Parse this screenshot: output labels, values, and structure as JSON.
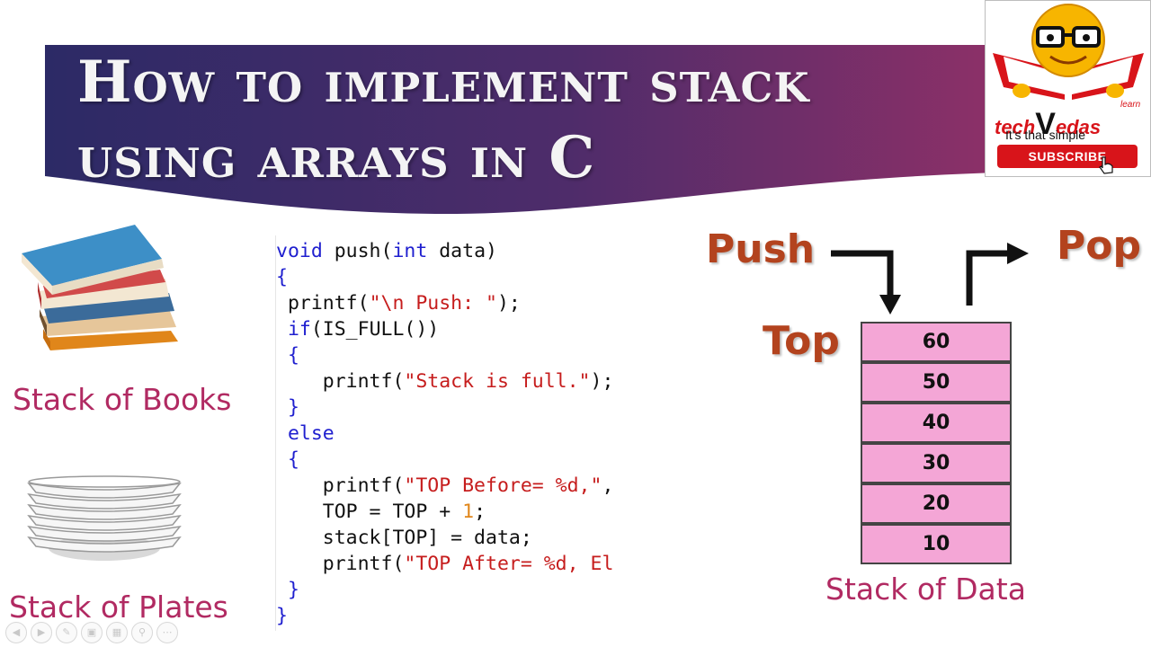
{
  "title": {
    "line1": "How to implement stack",
    "line2": "using arrays in C"
  },
  "logo": {
    "brand_prefix": "tech",
    "brand_letter": "V",
    "brand_suffix": "edas",
    "learn": "learn",
    "tagline": "It's that simple",
    "subscribe_label": "SUBSCRIBE"
  },
  "left": {
    "books_label": "Stack of Books",
    "plates_label": "Stack of Plates"
  },
  "code": {
    "l1_kw1": "void",
    "l1_mid": " push(",
    "l1_kw2": "int",
    "l1_end": " data)",
    "l2": "{",
    "l3_a": " printf(",
    "l3_str": "\"\\n Push: \"",
    "l3_b": ");",
    "l4_kw": " if",
    "l4_b": "(IS_FULL())",
    "l5": " {",
    "l6_a": "    printf(",
    "l6_str": "\"Stack is full.\"",
    "l6_b": ");",
    "l7": " }",
    "l8_kw": " else",
    "l9": " {",
    "l10_a": "    printf(",
    "l10_str": "\"TOP Before= %d,\"",
    "l10_b": ",",
    "l11_a": "    TOP = TOP + ",
    "l11_num": "1",
    "l11_b": ";",
    "l12": "    stack[TOP] = data;",
    "l13_a": "    printf(",
    "l13_str": "\"TOP After= %d, El",
    "l14": " }",
    "l15": "}"
  },
  "diagram": {
    "push_label": "Push",
    "pop_label": "Pop",
    "top_label": "Top",
    "cells": [
      "60",
      "50",
      "40",
      "30",
      "20",
      "10"
    ],
    "caption": "Stack of Data"
  },
  "colors": {
    "banner_start": "#2f2a66",
    "banner_end": "#8a2f66",
    "pink_text": "#b12a62",
    "orange_text": "#b3431e",
    "cell_fill": "#f4a6d6",
    "keyword": "#1f1fcf",
    "string": "#c61d1d",
    "number": "#e0861a"
  }
}
